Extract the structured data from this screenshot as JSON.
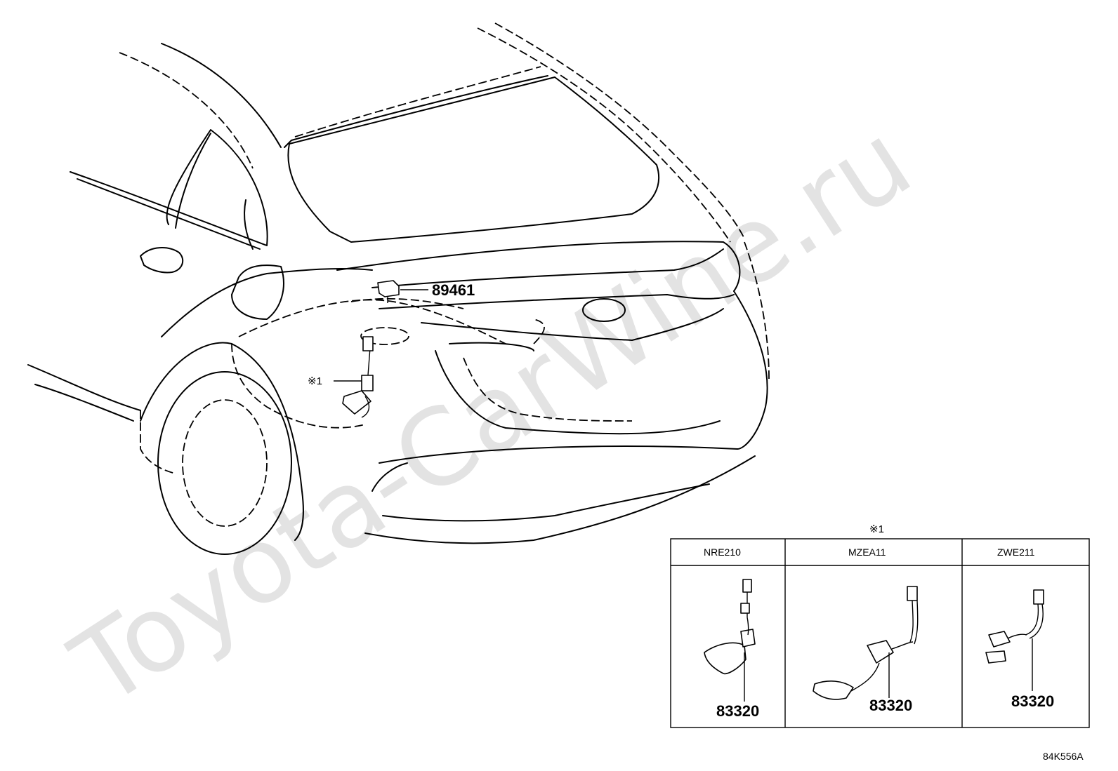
{
  "watermark": "Toyota-CarWine.ru",
  "callouts": {
    "sensor_part": "89461",
    "note_ref": "※1"
  },
  "inset": {
    "ref_mark": "※1",
    "columns": [
      {
        "model": "NRE210",
        "part": "83320"
      },
      {
        "model": "MZEA11",
        "part": "83320"
      },
      {
        "model": "ZWE211",
        "part": "83320"
      }
    ]
  },
  "figure_code": "84K556A"
}
